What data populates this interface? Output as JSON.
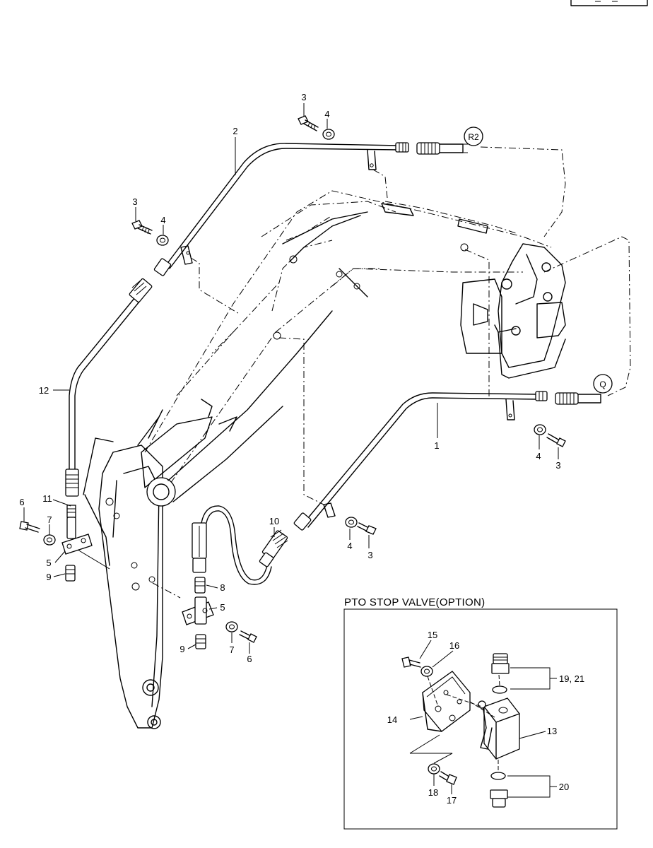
{
  "inset": {
    "title": "PTO STOP VALVE(OPTION)"
  },
  "connections": {
    "r2": "R2",
    "q": "Q"
  },
  "callouts": {
    "c1": "1",
    "c2": "2",
    "c3a": "3",
    "c3b": "3",
    "c3c": "3",
    "c3d": "3",
    "c4a": "4",
    "c4b": "4",
    "c4c": "4",
    "c4d": "4",
    "c5a": "5",
    "c5b": "5",
    "c6a": "6",
    "c6b": "6",
    "c7a": "7",
    "c7b": "7",
    "c8": "8",
    "c9a": "9",
    "c9b": "9",
    "c10": "10",
    "c11": "11",
    "c12": "12",
    "c13": "13",
    "c14": "14",
    "c15": "15",
    "c16": "16",
    "c17": "17",
    "c18": "18",
    "c19": "19, 21",
    "c20": "20"
  }
}
